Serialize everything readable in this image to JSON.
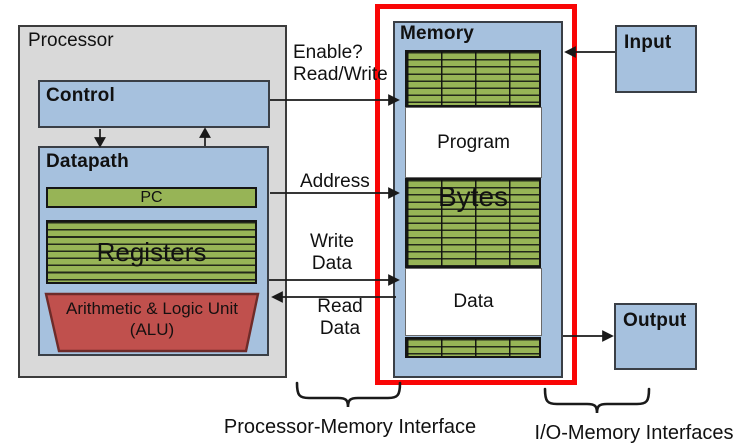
{
  "processor": {
    "label": "Processor",
    "control_label": "Control",
    "datapath_label": "Datapath",
    "pc_label": "PC",
    "registers_label": "Registers",
    "alu_label_line1": "Arithmetic & Logic Unit",
    "alu_label_line2": "(ALU)"
  },
  "memory": {
    "label": "Memory",
    "program_label": "Program",
    "bytes_label": "Bytes",
    "data_label": "Data"
  },
  "io": {
    "input_label": "Input",
    "output_label": "Output"
  },
  "signals": {
    "enable_line1": "Enable?",
    "enable_line2": "Read/Write",
    "address": "Address",
    "write_data_line1": "Write",
    "write_data_line2": "Data",
    "read_data_line1": "Read",
    "read_data_line2": "Data"
  },
  "captions": {
    "processor_memory": "Processor-Memory Interface",
    "io_memory": "I/O-Memory Interfaces"
  },
  "colors": {
    "box_blue": "#a6c1de",
    "grid_green": "#97b456",
    "alu_red": "#c0504d",
    "processor_gray": "#d9d9d9",
    "highlight_red": "#f90606"
  }
}
